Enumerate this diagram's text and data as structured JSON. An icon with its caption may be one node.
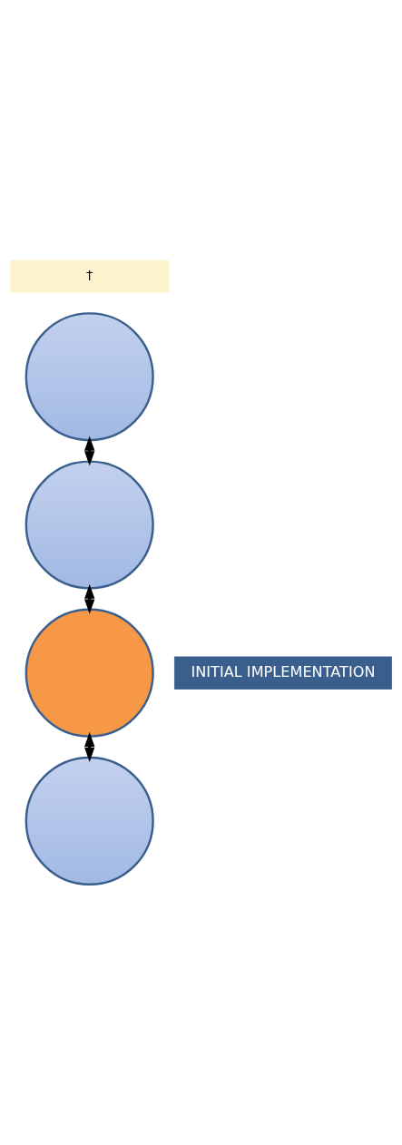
{
  "diagram": {
    "nodes": [
      {
        "text": [
          "†"
        ]
      },
      {
        "text": [],
        "shape": "circle"
      },
      {
        "text": [],
        "shape": "circle"
      },
      {
        "text": [],
        "shape": "circle"
      },
      {
        "text": [
          "INITIAL IMPLEMENTATION"
        ]
      },
      {
        "text": [],
        "shape": "circle"
      }
    ],
    "edges": [
      {
        "from": 1,
        "to": 2,
        "arrow": "both"
      },
      {
        "from": 2,
        "to": 3,
        "arrow": "both"
      },
      {
        "from": 3,
        "to": 5,
        "arrow": "both"
      }
    ]
  }
}
